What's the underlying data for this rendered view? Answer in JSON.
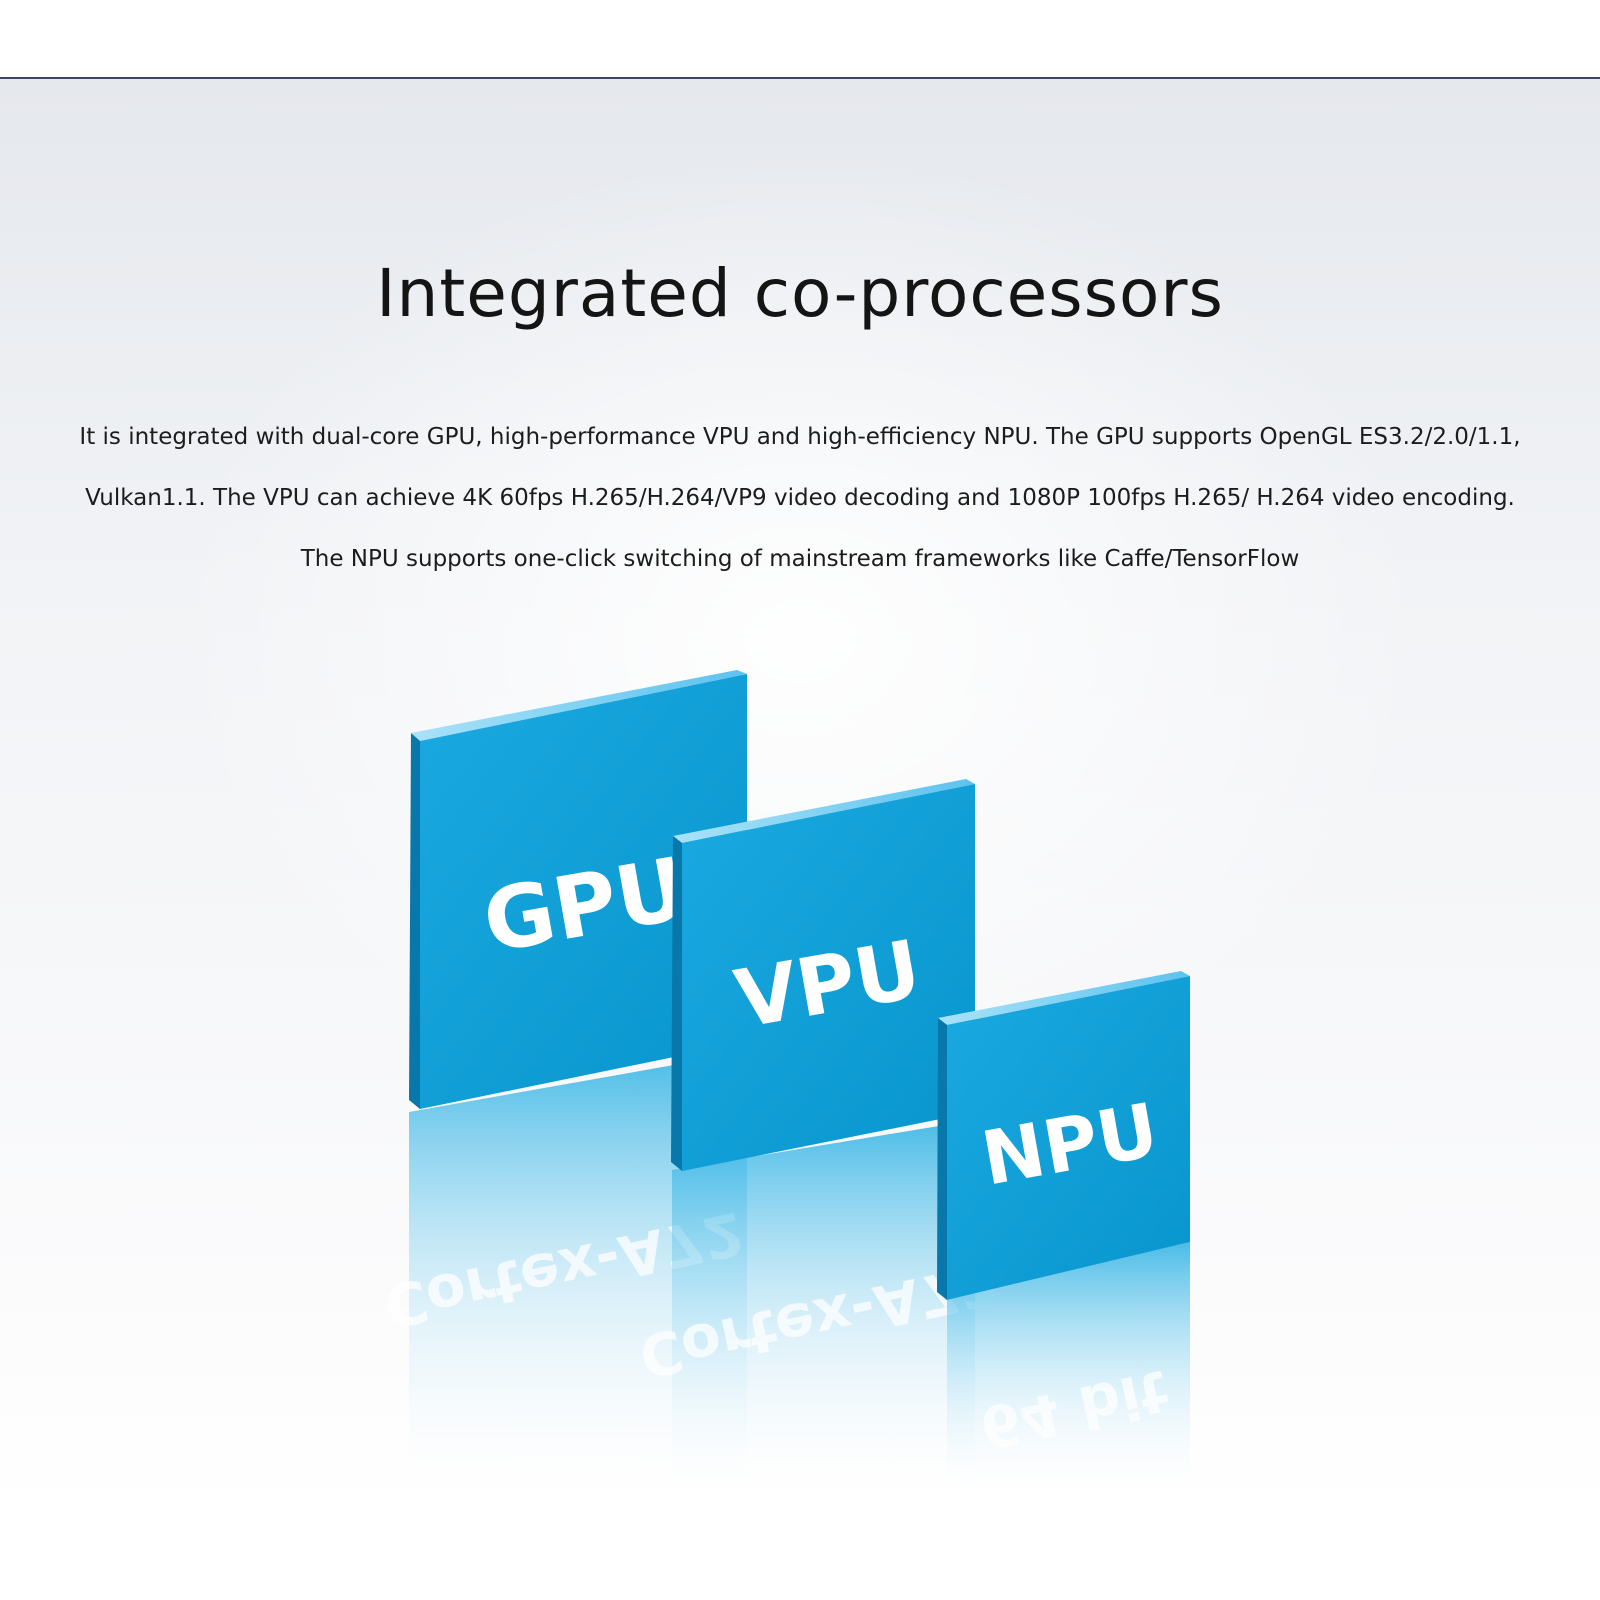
{
  "title": "Integrated co-processors",
  "description": [
    "It is integrated with dual-core GPU, high-performance VPU and high-efficiency NPU. The GPU supports OpenGL ES3.2/2.0/1.1,",
    "Vulkan1.1. The VPU can achieve 4K 60fps H.265/H.264/VP9 video decoding and 1080P 100fps H.265/ H.264 video encoding.",
    "The NPU supports one-click switching of mainstream frameworks like Caffe/TensorFlow"
  ],
  "chips": [
    {
      "label": "GPU"
    },
    {
      "label": "VPU"
    },
    {
      "label": "NPU"
    }
  ],
  "reflections": [
    {
      "text": "Cortex-A72"
    },
    {
      "text": "Cortex-A72"
    },
    {
      "text": "64 bit"
    }
  ],
  "colors": {
    "chip_face": "#0b9fd6",
    "chip_top": "#7fd1f3",
    "chip_side": "#0878ab",
    "top_rule": "#39465e"
  }
}
